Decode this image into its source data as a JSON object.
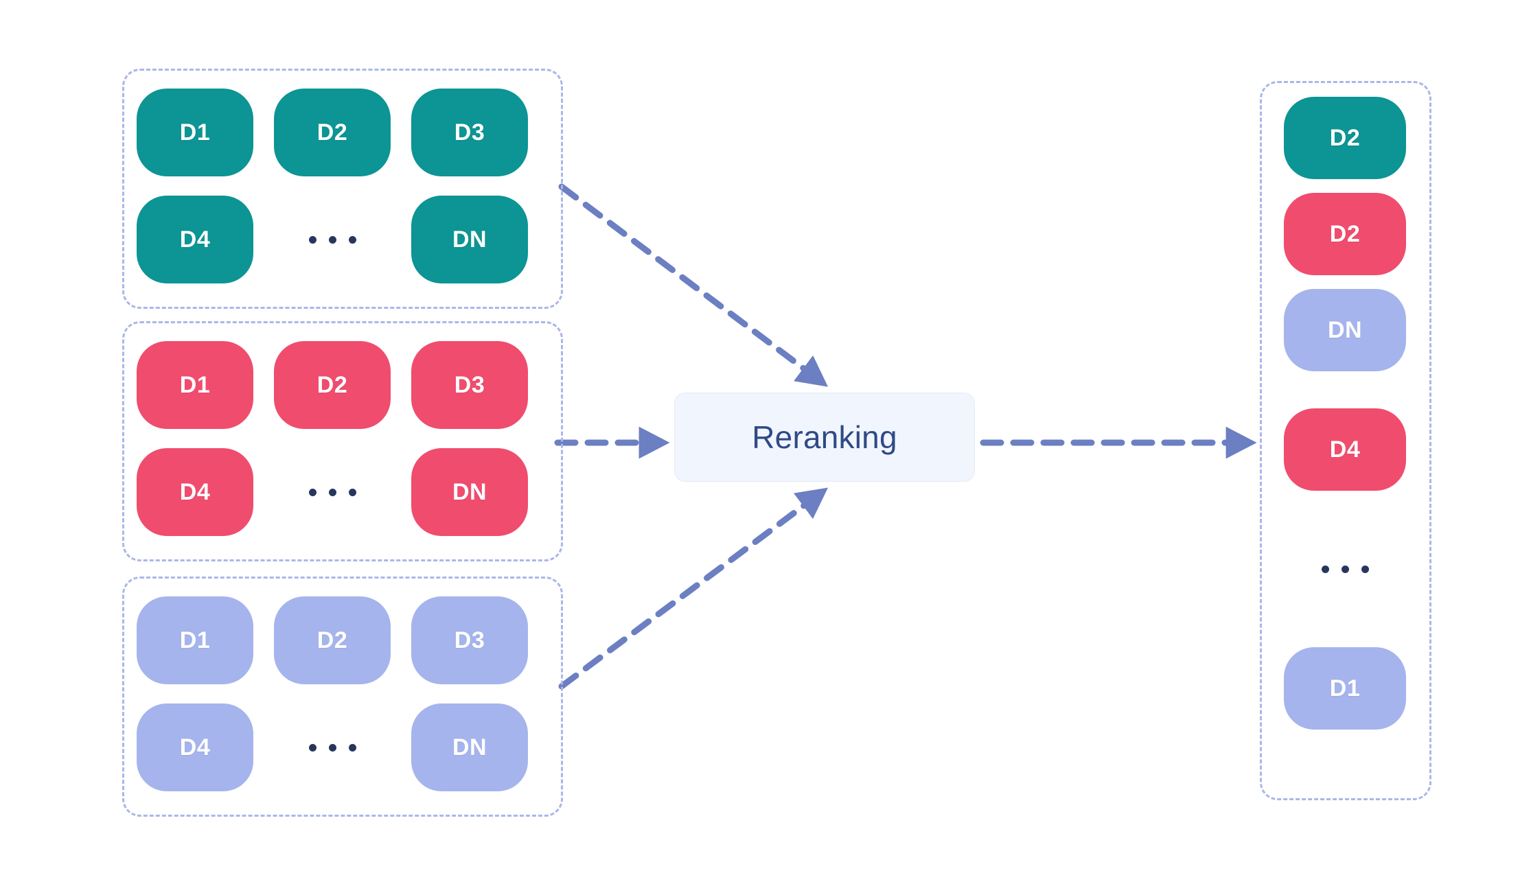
{
  "colors": {
    "teal": "#0d9494",
    "pink": "#f04c6e",
    "periwinkle": "#a5b4ec",
    "dashed_border": "#aab7e8",
    "arrow": "#6b7fc2",
    "box_fill": "#f1f5fd",
    "box_text": "#2f4a86",
    "dot": "#28365e",
    "background": "#ffffff"
  },
  "center": {
    "label": "Reranking"
  },
  "input_groups": [
    {
      "name": "candidate-list-teal",
      "color_key": "teal",
      "rows": [
        [
          {
            "label": "D1",
            "kind": "pill"
          },
          {
            "label": "D2",
            "kind": "pill"
          },
          {
            "label": "D3",
            "kind": "pill"
          }
        ],
        [
          {
            "label": "D4",
            "kind": "pill"
          },
          {
            "label": "...",
            "kind": "ellipsis"
          },
          {
            "label": "DN",
            "kind": "pill"
          }
        ]
      ]
    },
    {
      "name": "candidate-list-pink",
      "color_key": "pink",
      "rows": [
        [
          {
            "label": "D1",
            "kind": "pill"
          },
          {
            "label": "D2",
            "kind": "pill"
          },
          {
            "label": "D3",
            "kind": "pill"
          }
        ],
        [
          {
            "label": "D4",
            "kind": "pill"
          },
          {
            "label": "...",
            "kind": "ellipsis"
          },
          {
            "label": "DN",
            "kind": "pill"
          }
        ]
      ]
    },
    {
      "name": "candidate-list-periwinkle",
      "color_key": "periwinkle",
      "rows": [
        [
          {
            "label": "D1",
            "kind": "pill"
          },
          {
            "label": "D2",
            "kind": "pill"
          },
          {
            "label": "D3",
            "kind": "pill"
          }
        ],
        [
          {
            "label": "D4",
            "kind": "pill"
          },
          {
            "label": "...",
            "kind": "ellipsis"
          },
          {
            "label": "DN",
            "kind": "pill"
          }
        ]
      ]
    }
  ],
  "result_list": [
    {
      "label": "D2",
      "color_key": "teal",
      "kind": "pill"
    },
    {
      "label": "D2",
      "color_key": "pink",
      "kind": "pill"
    },
    {
      "label": "DN",
      "color_key": "periwinkle",
      "kind": "pill"
    },
    {
      "label": "D4",
      "color_key": "pink",
      "kind": "pill"
    },
    {
      "label": "...",
      "color_key": "none",
      "kind": "ellipsis"
    },
    {
      "label": "D1",
      "color_key": "periwinkle",
      "kind": "pill"
    }
  ],
  "arrows": [
    {
      "name": "arrow-group1-to-reranking",
      "style": "dashed",
      "direction": "diagonal-down-right"
    },
    {
      "name": "arrow-group2-to-reranking",
      "style": "dashed",
      "direction": "horizontal-right"
    },
    {
      "name": "arrow-group3-to-reranking",
      "style": "dashed",
      "direction": "diagonal-up-right"
    },
    {
      "name": "arrow-reranking-to-results",
      "style": "dashed",
      "direction": "horizontal-right"
    }
  ]
}
